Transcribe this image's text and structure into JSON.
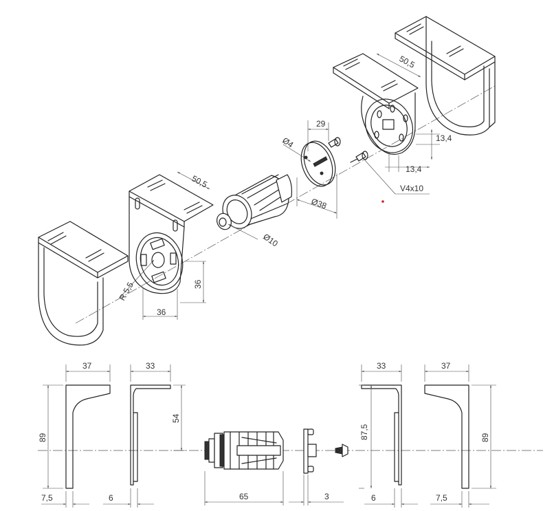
{
  "dimensions": {
    "iso_top_bracket_width": "50,5",
    "iso_mid_bracket_width": "50,5",
    "pin_offset": "29",
    "hole_dia_small": "Ø4",
    "plate_dia": "Ø38",
    "offset_a": "13,4",
    "offset_b": "13,4",
    "screw_spec": "V4x10",
    "shaft_dia": "Ø10",
    "radius": "R 5,5",
    "hole_pos_v": "36",
    "hole_pos_h": "36",
    "left_bracket_width": "37",
    "left_bracket_height": "89",
    "left_bracket_base": "7,5",
    "left_plate_width": "33",
    "left_plate_height": "54",
    "left_plate_base": "6",
    "drive_length": "65",
    "end_cap_thickness": "3",
    "right_plate_width": "33",
    "right_plate_height": "87,5",
    "right_plate_base": "6",
    "right_bracket_width": "37",
    "right_bracket_height": "89",
    "right_bracket_base": "7,5"
  },
  "colors": {
    "line": "#222222",
    "dim": "#444444",
    "marker": "#cc2222"
  }
}
